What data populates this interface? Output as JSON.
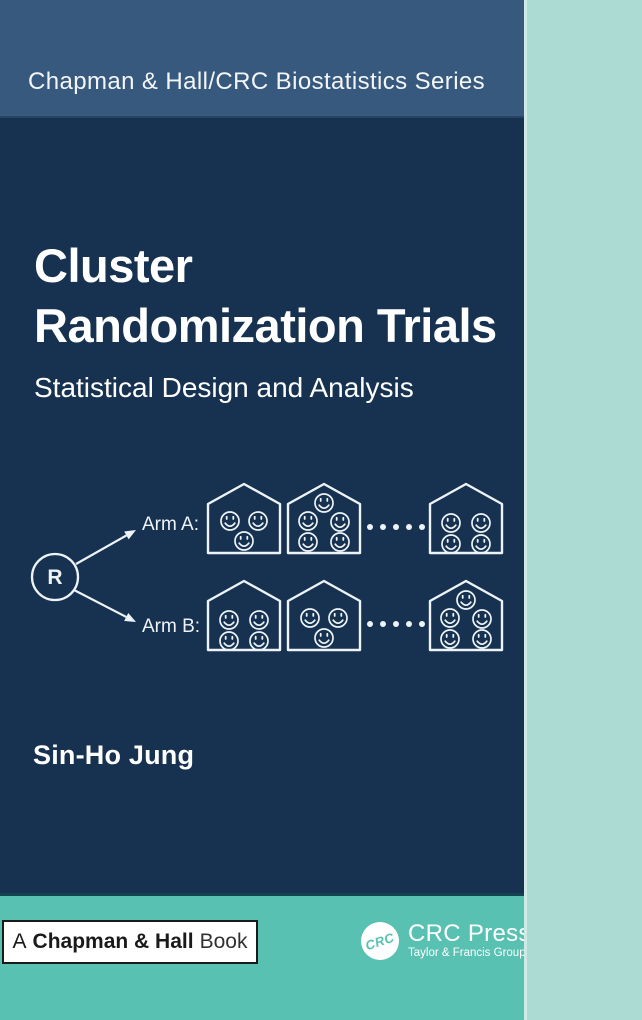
{
  "colors": {
    "band-blue": "#38597e",
    "navy": "#163250",
    "footer-teal": "#58c1b2",
    "strip-teal": "#abdbd3",
    "ink": "#1a1a1a",
    "diagram-stroke": "#eef3f7"
  },
  "series_band": {
    "title": "Chapman & Hall/CRC Biostatistics Series"
  },
  "cover": {
    "title_line1": "Cluster",
    "title_line2": "Randomization Trials",
    "subtitle": "Statistical Design and Analysis",
    "author": "Sin-Ho Jung"
  },
  "diagram": {
    "root_label": "R",
    "arms": [
      {
        "label": "Arm A:",
        "houses": [
          3,
          5,
          4
        ],
        "dots": 5
      },
      {
        "label": "Arm B:",
        "houses": [
          4,
          3,
          5
        ],
        "dots": 5
      }
    ]
  },
  "footer": {
    "badge": {
      "prefix": "A",
      "name": "Chapman & Hall",
      "suffix": "Book"
    },
    "publisher": {
      "monogram": "CRC",
      "name": "CRC Press",
      "group": "Taylor & Francis Group"
    }
  }
}
